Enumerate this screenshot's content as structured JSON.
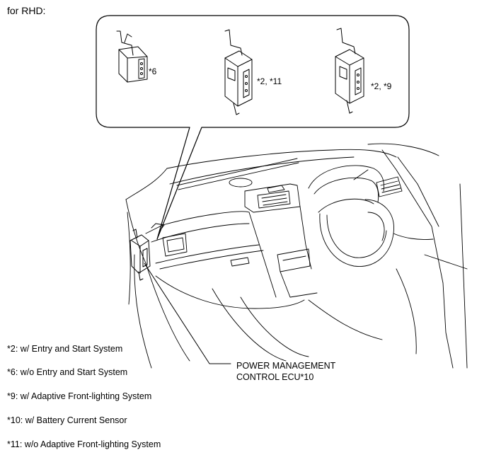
{
  "title": "for RHD:",
  "callouts": {
    "ecu_a": "*6",
    "ecu_b": "*2, *11",
    "ecu_c": "*2, *9"
  },
  "part_label": {
    "line1": "POWER MANAGEMENT",
    "line2": "CONTROL ECU*10"
  },
  "legend": [
    "*2: w/ Entry and Start System",
    "*6: w/o Entry and Start System",
    "*9: w/ Adaptive Front-lighting System",
    "*10: w/ Battery Current Sensor",
    "*11: w/o Adaptive Front-lighting System"
  ]
}
